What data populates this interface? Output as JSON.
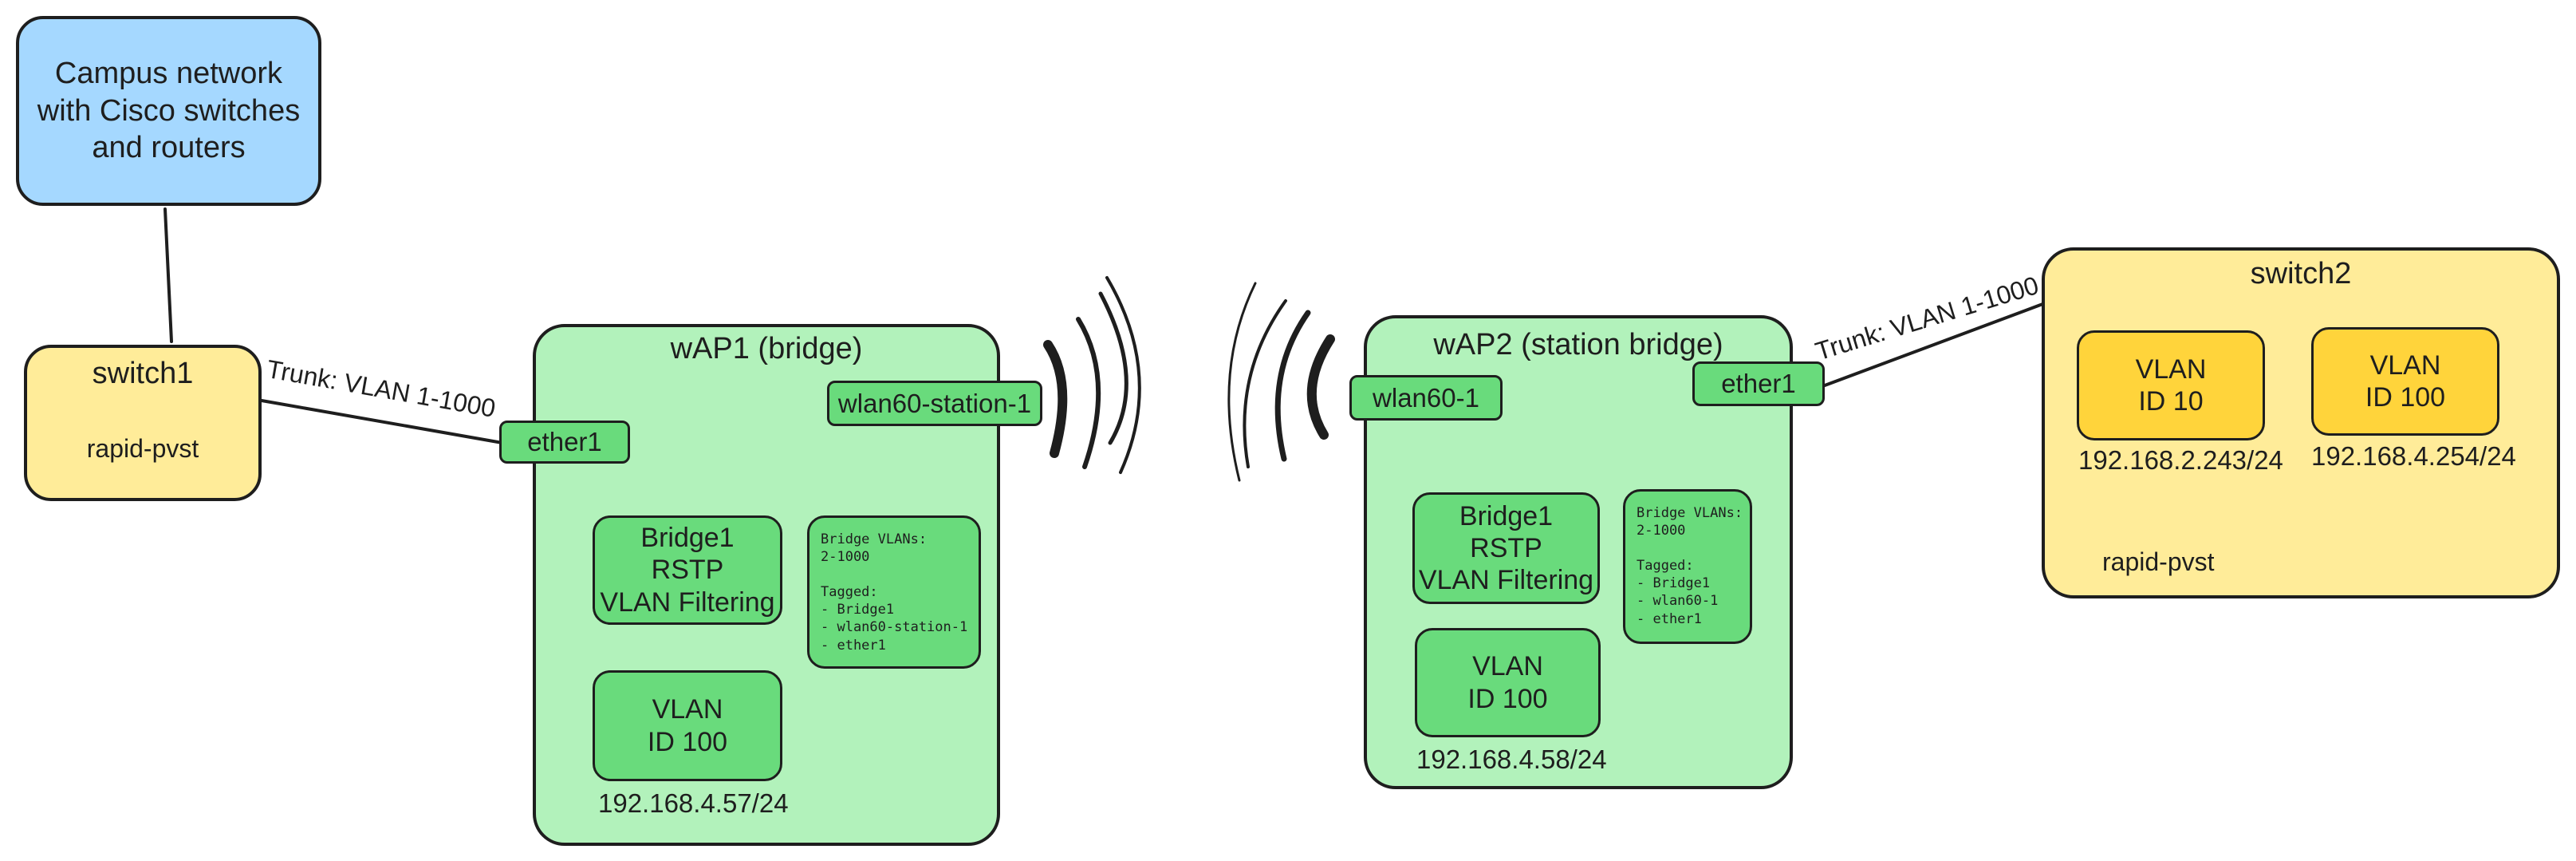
{
  "campus": {
    "label": "Campus network\nwith Cisco switches\nand routers"
  },
  "switch1": {
    "title": "switch1",
    "protocol": "rapid-pvst"
  },
  "trunk_left": "Trunk: VLAN 1-1000",
  "trunk_right": "Trunk: VLAN 1-1000",
  "wap1": {
    "title": "wAP1 (bridge)",
    "ether1": "ether1",
    "wlan": "wlan60-station-1",
    "bridge": "Bridge1\nRSTP\nVLAN Filtering",
    "bridge_vlans": "Bridge VLANs:\n2-1000\n\nTagged:\n- Bridge1\n- wlan60-station-1\n- ether1",
    "vlan": "VLAN\nID 100",
    "ip": "192.168.4.57/24"
  },
  "wap2": {
    "title": "wAP2 (station bridge)",
    "wlan": "wlan60-1",
    "ether1": "ether1",
    "bridge": "Bridge1\nRSTP\nVLAN Filtering",
    "bridge_vlans": "Bridge VLANs:\n2-1000\n\nTagged:\n- Bridge1\n- wlan60-1\n- ether1",
    "vlan": "VLAN\nID 100",
    "ip": "192.168.4.58/24"
  },
  "switch2": {
    "title": "switch2",
    "vlan10": "VLAN\nID 10",
    "vlan100": "VLAN\nID 100",
    "ip_vlan10": "192.168.2.243/24",
    "ip_vlan100": "192.168.4.254/24",
    "protocol": "rapid-pvst"
  },
  "colors": {
    "campus": "#a5d8ff",
    "switch": "#ffec99",
    "wap": "#b2f2bb",
    "component": "#69db7c",
    "switch_vlan": "#ffd43b",
    "stroke": "#1e1e1e"
  }
}
